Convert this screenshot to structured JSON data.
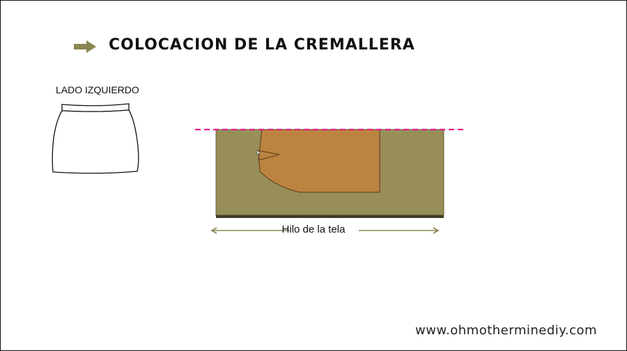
{
  "title": "COLOCACION DE LA CREMALLERA",
  "side_label": "LADO IZQUIERDO",
  "grain_label": "Hilo de la tela",
  "website": "www.ohmotherminediy.com",
  "icons": {
    "title_arrow": "right-arrow-icon",
    "skirt": "skirt-sketch-icon"
  },
  "colors": {
    "arrow": "#8b8750",
    "fabric": "#978f57",
    "fabric_shadow": "#3f3a24",
    "pattern_piece": "#bd8341",
    "fold_line": "#e0218a",
    "grain_arrow": "#8a8554"
  }
}
